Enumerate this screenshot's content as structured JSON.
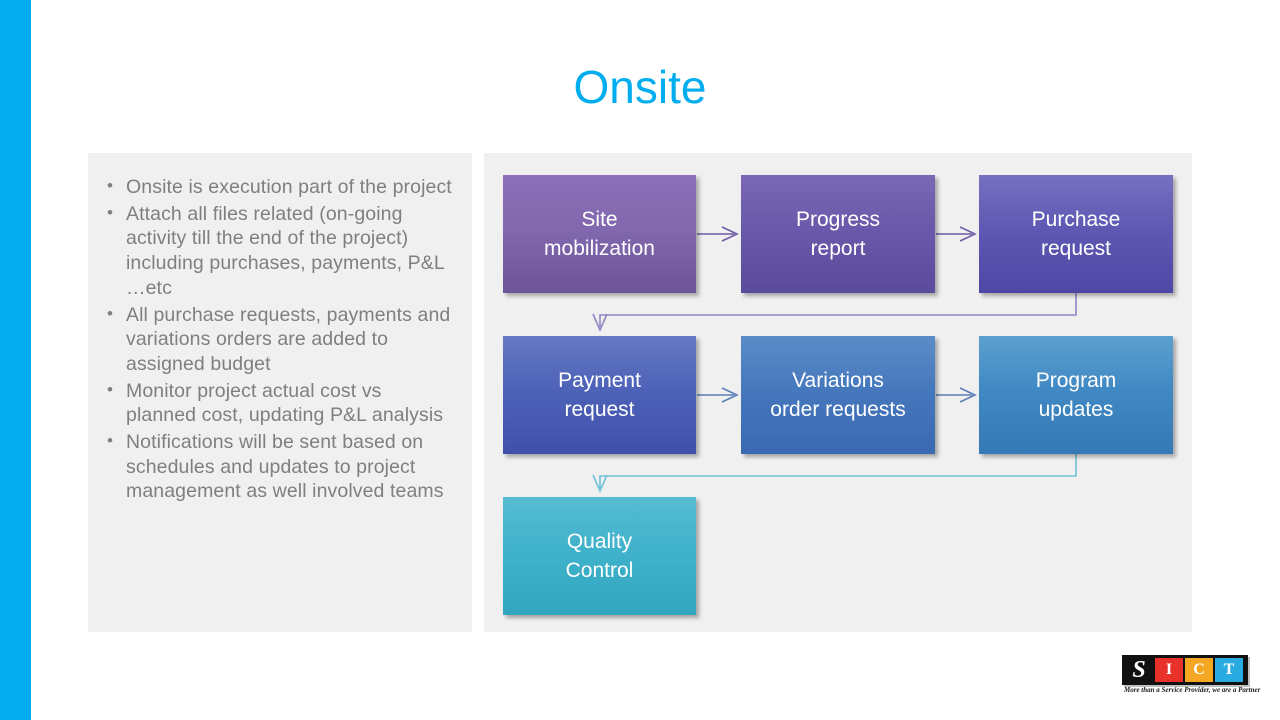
{
  "slide": {
    "title": "Onsite",
    "accent_color": "#04abee",
    "title_color": "#00adef",
    "panel_bg": "#f0f0f0"
  },
  "bullets": {
    "items": [
      "Onsite is execution part of the project",
      "Attach all files related (on-going activity till the end of the project) including purchases, payments, P&L …etc",
      "All purchase requests, payments and variations orders are added to assigned budget",
      "Monitor project actual cost vs planned cost, updating P&L analysis",
      "Notifications will be sent based on schedules and updates to project management as well involved teams"
    ]
  },
  "diagram": {
    "nodes": [
      {
        "id": "site-mobilization",
        "line1": "Site",
        "line2": "mobilization",
        "color": "#8268ae"
      },
      {
        "id": "progress-report",
        "line1": "Progress",
        "line2": "report",
        "color": "#6a59aa"
      },
      {
        "id": "purchase-request",
        "line1": "Purchase",
        "line2": "request",
        "color": "#5f59b3"
      },
      {
        "id": "payment-request",
        "line1": "Payment",
        "line2": "request",
        "color": "#4e62b8"
      },
      {
        "id": "variations-orders",
        "line1": "Variations",
        "line2": "order requests",
        "color": "#4678bd"
      },
      {
        "id": "program-updates",
        "line1": "Program",
        "line2": "updates",
        "color": "#4189c4"
      },
      {
        "id": "quality-control",
        "line1": "Quality",
        "line2": "Control",
        "color": "#40b2cb"
      }
    ],
    "connector_colors": {
      "row1": "#6f5ba6",
      "row1_to_row2": "#8f86c4",
      "row2": "#5b7fb8",
      "row2_to_row3": "#6fc0d8"
    }
  },
  "logo": {
    "s": "S",
    "i": "I",
    "c": "C",
    "t": "T",
    "tagline": "More than a Service Provider, we are a Partner"
  }
}
